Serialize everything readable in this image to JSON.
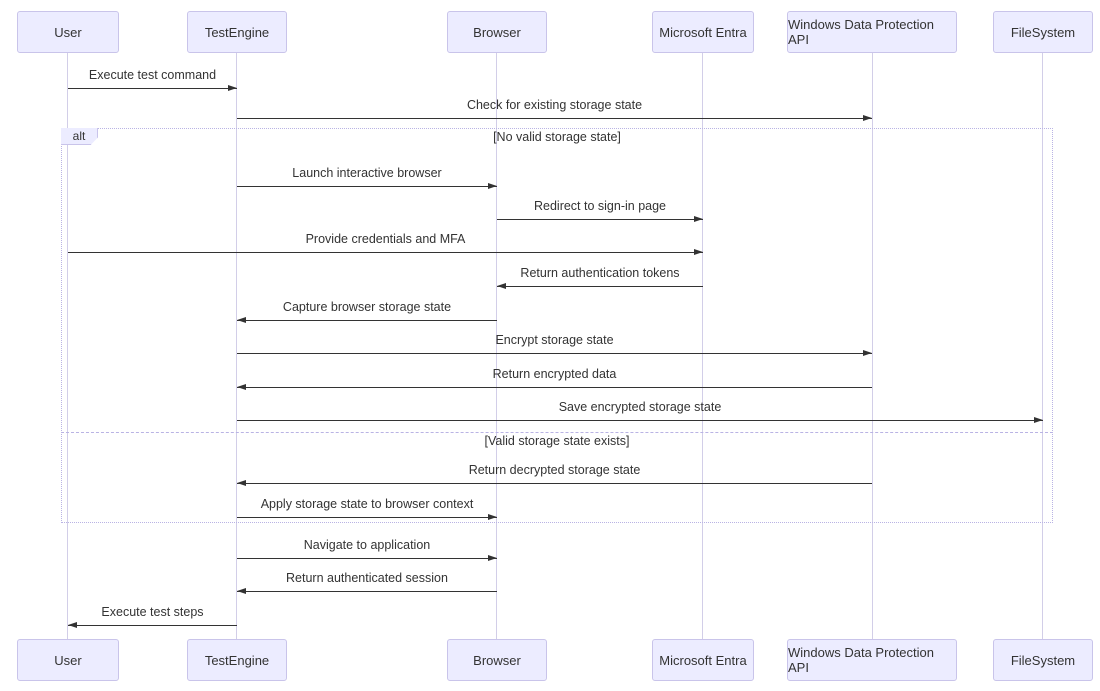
{
  "diagram": {
    "type": "sequence-diagram",
    "actors": [
      {
        "name": "User"
      },
      {
        "name": "TestEngine"
      },
      {
        "name": "Browser"
      },
      {
        "name": "Microsoft Entra"
      },
      {
        "name": "Windows Data Protection API"
      },
      {
        "name": "FileSystem"
      }
    ],
    "messages": [
      {
        "from": "User",
        "to": "TestEngine",
        "label": "Execute test command"
      },
      {
        "from": "TestEngine",
        "to": "Windows Data Protection API",
        "label": "Check for existing storage state"
      },
      {
        "from": "TestEngine",
        "to": "Browser",
        "label": "Launch interactive browser"
      },
      {
        "from": "Browser",
        "to": "Microsoft Entra",
        "label": "Redirect to sign-in page"
      },
      {
        "from": "User",
        "to": "Microsoft Entra",
        "label": "Provide credentials and MFA"
      },
      {
        "from": "Microsoft Entra",
        "to": "Browser",
        "label": "Return authentication tokens"
      },
      {
        "from": "Browser",
        "to": "TestEngine",
        "label": "Capture browser storage state"
      },
      {
        "from": "TestEngine",
        "to": "Windows Data Protection API",
        "label": "Encrypt storage state"
      },
      {
        "from": "Windows Data Protection API",
        "to": "TestEngine",
        "label": "Return encrypted data"
      },
      {
        "from": "TestEngine",
        "to": "FileSystem",
        "label": "Save encrypted storage state"
      },
      {
        "from": "Windows Data Protection API",
        "to": "TestEngine",
        "label": "Return decrypted storage state"
      },
      {
        "from": "TestEngine",
        "to": "Browser",
        "label": "Apply storage state to browser context"
      },
      {
        "from": "TestEngine",
        "to": "Browser",
        "label": "Navigate to application"
      },
      {
        "from": "Browser",
        "to": "TestEngine",
        "label": "Return authenticated session"
      },
      {
        "from": "TestEngine",
        "to": "User",
        "label": "Execute test steps"
      }
    ],
    "alt": {
      "keyword": "alt",
      "branches": [
        {
          "condition": "[No valid storage state]"
        },
        {
          "condition": "[Valid storage state exists]"
        }
      ]
    },
    "colors": {
      "actor_fill": "#ECECFF",
      "actor_border": "#c9c4ea",
      "lifeline": "#d2cee8",
      "frame_border": "#b9b3e4",
      "arrow": "#333333",
      "text": "#333333",
      "background": "#ffffff"
    }
  }
}
